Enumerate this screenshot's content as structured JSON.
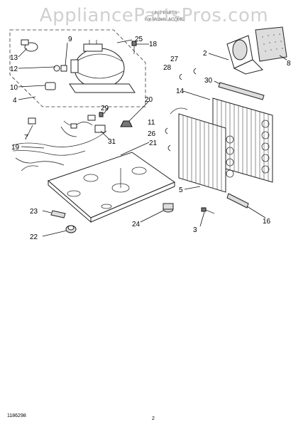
{
  "watermark": "AppliancePartsPros.com",
  "header": {
    "title": "UNIT PARTS",
    "subtitle": "For Models: ACQ082"
  },
  "footer": {
    "doc_number": "1186298",
    "page_number": "2"
  },
  "callouts": {
    "c2": "2",
    "c3": "3",
    "c4": "4",
    "c5": "5",
    "c7": "7",
    "c8": "8",
    "c9": "9",
    "c10": "10",
    "c11": "11",
    "c12": "12",
    "c13": "13",
    "c14": "14",
    "c16": "16",
    "c18": "18",
    "c19": "19",
    "c20": "20",
    "c21": "21",
    "c22": "22",
    "c23": "23",
    "c24": "24",
    "c25": "25",
    "c26": "26",
    "c27": "27",
    "c28": "28",
    "c29": "29",
    "c30": "30",
    "c31": "31"
  }
}
